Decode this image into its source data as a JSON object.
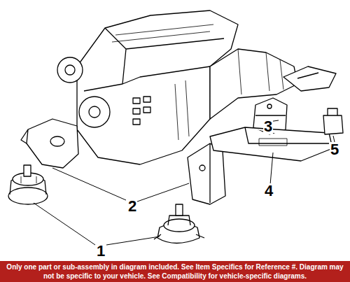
{
  "diagram": {
    "labels": [
      "1",
      "2",
      "3",
      "4",
      "5",
      "Only one part or sub-assembly in diagram included. See Item Specifics for Reference #. Diagram may not be specific to your vehicle. See Compatibility for vehicle-specific diagrams."
    ]
  }
}
